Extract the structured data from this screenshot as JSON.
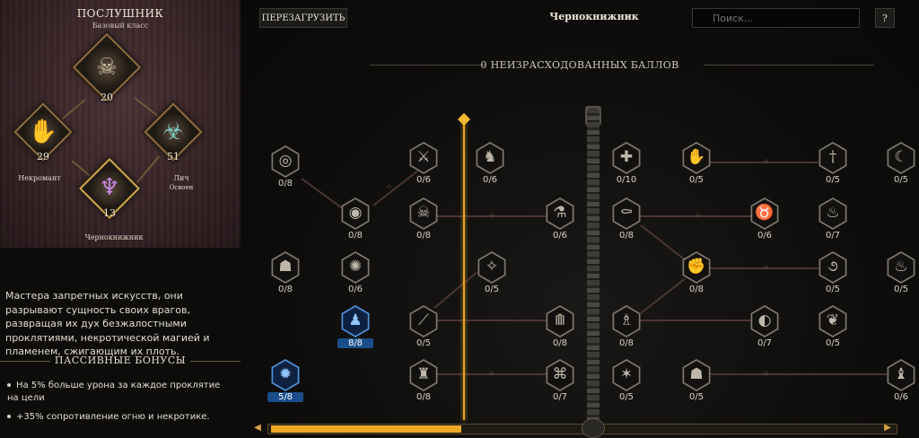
{
  "class_panel": {
    "title": "ПОСЛУШНИК",
    "subtitle": "Базовый класс",
    "nodes": [
      {
        "name": "base",
        "level": "20",
        "label": ""
      },
      {
        "name": "necromancer",
        "level": "29",
        "label": "Некромант"
      },
      {
        "name": "lich",
        "level": "51",
        "label": "Лич",
        "sublabel": "Освоен"
      },
      {
        "name": "warlock",
        "level": "13",
        "label": "Чернокнижник"
      }
    ],
    "description": "Мастера запретных искусств, они разрывают сущность своих врагов, развращая их дух безжалостными проклятиями, некротической магией и пламенем, сжигающим их плоть.",
    "passive_header": "ПАССИВНЫЕ БОНУСЫ",
    "bonuses": [
      "На 5% больше урона за каждое проклятие на цели",
      "+35% сопротивление огню и некротике."
    ]
  },
  "tree": {
    "reset_label": "ПЕРЕЗАГРУЗИТЬ",
    "title": "Чернокнижник",
    "search_placeholder": "Поиск...",
    "help_label": "?",
    "unspent_label": "0 НЕИЗРАСХОДОВАННЫХ БАЛЛОВ",
    "nodes": [
      {
        "id": "n1",
        "points": "0/8",
        "icon": "target-icon"
      },
      {
        "id": "n2",
        "points": "0/6",
        "icon": "claw-icon"
      },
      {
        "id": "n3",
        "points": "0/6",
        "icon": "horn-icon"
      },
      {
        "id": "n4",
        "points": "0/10",
        "icon": "cross-icon"
      },
      {
        "id": "n5",
        "points": "0/5",
        "icon": "hand-icon"
      },
      {
        "id": "n6",
        "points": "0/5",
        "icon": "dagger-icon"
      },
      {
        "id": "n7",
        "points": "0/5",
        "icon": "crescent-icon"
      },
      {
        "id": "n8",
        "points": "0/8",
        "icon": "orb-icon"
      },
      {
        "id": "n9",
        "points": "0/8",
        "icon": "skull-icon"
      },
      {
        "id": "n10",
        "points": "0/6",
        "icon": "potion-icon"
      },
      {
        "id": "n11",
        "points": "0/8",
        "icon": "reaper-icon"
      },
      {
        "id": "n12",
        "points": "0/6",
        "icon": "beast-icon"
      },
      {
        "id": "n13",
        "points": "0/7",
        "icon": "demon-icon"
      },
      {
        "id": "n14",
        "points": "0/8",
        "icon": "bones-icon"
      },
      {
        "id": "n15",
        "points": "0/6",
        "icon": "sun-icon"
      },
      {
        "id": "n16",
        "points": "0/5",
        "icon": "thorn-icon"
      },
      {
        "id": "n17",
        "points": "0/8",
        "icon": "fist-icon"
      },
      {
        "id": "n18",
        "points": "0/5",
        "icon": "swirl-icon"
      },
      {
        "id": "n19",
        "points": "0/5",
        "icon": "flame-icon"
      },
      {
        "id": "n20",
        "points": "8/8",
        "icon": "lich-icon",
        "active": true
      },
      {
        "id": "n21",
        "points": "0/5",
        "icon": "slash-icon"
      },
      {
        "id": "n22",
        "points": "0/8",
        "icon": "spire-icon"
      },
      {
        "id": "n23",
        "points": "0/8",
        "icon": "ghost-icon"
      },
      {
        "id": "n24",
        "points": "0/7",
        "icon": "moon-icon"
      },
      {
        "id": "n25",
        "points": "0/5",
        "icon": "wings-icon"
      },
      {
        "id": "n26",
        "points": "5/8",
        "icon": "rune-icon",
        "active": true
      },
      {
        "id": "n27",
        "points": "0/8",
        "icon": "wraith-icon"
      },
      {
        "id": "n28",
        "points": "0/7",
        "icon": "cage-icon"
      },
      {
        "id": "n29",
        "points": "0/5",
        "icon": "spikes-icon"
      },
      {
        "id": "n30",
        "points": "0/5",
        "icon": "mask-icon"
      },
      {
        "id": "n31",
        "points": "0/6",
        "icon": "hood-icon"
      }
    ]
  },
  "colors": {
    "gold": "#e4a41f",
    "active_blue": "#4c8fd6",
    "panel_bg": "#3a2629"
  }
}
